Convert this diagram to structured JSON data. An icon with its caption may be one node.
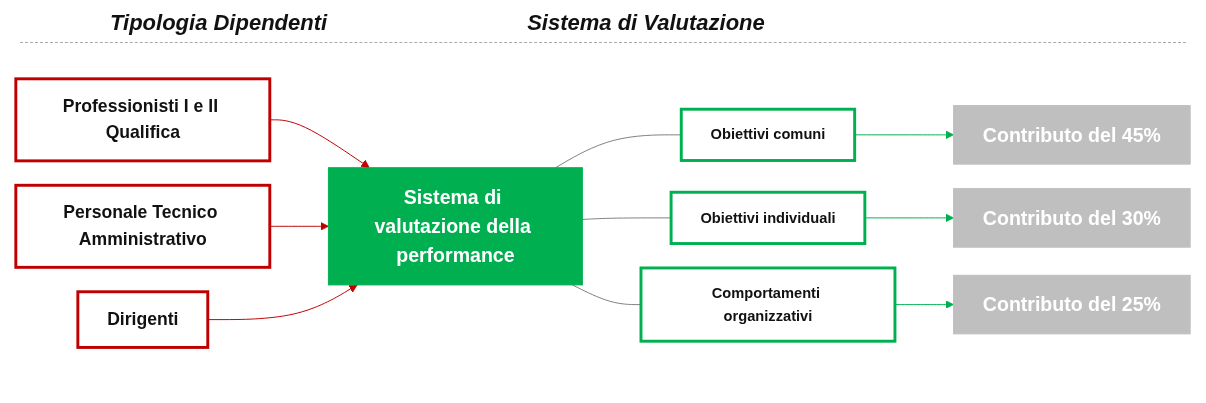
{
  "diagram": {
    "nodes": [
      {
        "text": [
          "Professionisti I e II Qualifica"
        ]
      },
      {
        "text": [
          "Personale Tecnico Amministrativo"
        ]
      },
      {
        "text": [
          "Dirigenti"
        ]
      },
      {
        "text": [
          "Sistema di valutazione della performance"
        ]
      },
      {
        "text": [
          "Obiettivi comuni"
        ]
      },
      {
        "text": [
          "Obiettivi individuali"
        ]
      },
      {
        "text": [
          "Comportamenti organizzativi"
        ]
      },
      {
        "text": [
          "Contributo del 45%"
        ]
      },
      {
        "text": [
          "Contributo del 30%"
        ]
      },
      {
        "text": [
          "Contributo del 25%"
        ]
      }
    ],
    "edges": [
      {
        "from": 0,
        "to": 3,
        "arrow": "to",
        "color": "#c00000"
      },
      {
        "from": 1,
        "to": 3,
        "arrow": "to",
        "color": "#c00000"
      },
      {
        "from": 2,
        "to": 3,
        "arrow": "to",
        "color": "#c00000"
      },
      {
        "from": 3,
        "to": 4,
        "arrow": "none",
        "color": "#7f7f7f"
      },
      {
        "from": 3,
        "to": 5,
        "arrow": "none",
        "color": "#7f7f7f"
      },
      {
        "from": 3,
        "to": 6,
        "arrow": "none",
        "color": "#7f7f7f"
      },
      {
        "from": 4,
        "to": 7,
        "arrow": "to",
        "color": "#00b050"
      },
      {
        "from": 5,
        "to": 8,
        "arrow": "to",
        "color": "#00b050"
      },
      {
        "from": 6,
        "to": 9,
        "arrow": "to",
        "color": "#00b050"
      }
    ],
    "labels": [
      "Tipologia Dipendenti",
      "Sistema di Valutazione"
    ]
  }
}
